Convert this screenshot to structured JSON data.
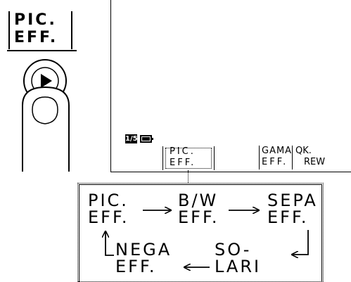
{
  "button_label": {
    "line1": "PIC.",
    "line2": "EFF."
  },
  "button_icon": "play-triangle-icon",
  "viewfinder": {
    "speed_icon": "1/5",
    "battery_icon": "battery-icon",
    "menu": {
      "pic_eff": {
        "line1": "PIC.",
        "line2": "EFF."
      },
      "gama_eff": {
        "line1": "GAMA",
        "line2": "EFF."
      },
      "qk_rew": {
        "line1": "QK.",
        "line2": "REW"
      }
    }
  },
  "effect_cycle": {
    "pic_eff": {
      "line1": "PIC.",
      "line2": "EFF."
    },
    "bw_eff": {
      "line1": "B/W",
      "line2": "EFF."
    },
    "sepa_eff": {
      "line1": "SEPA",
      "line2": "EFF."
    },
    "solari": {
      "line1": "SO-",
      "line2": "LARI"
    },
    "nega_eff": {
      "line1": "NEGA",
      "line2": "EFF."
    }
  }
}
